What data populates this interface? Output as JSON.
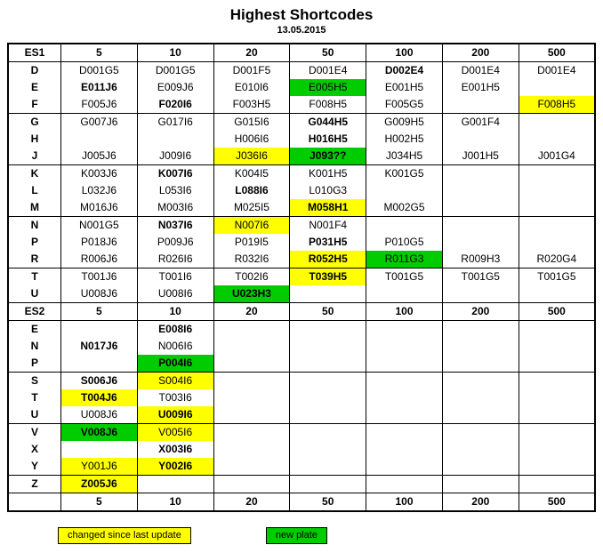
{
  "title": "Highest Shortcodes",
  "date": "13.05.2015",
  "columns": [
    "5",
    "10",
    "20",
    "50",
    "100",
    "200",
    "500"
  ],
  "footer_columns": [
    "",
    "5",
    "10",
    "20",
    "50",
    "100",
    "200",
    "500"
  ],
  "colors": {
    "changed": "#ffff00",
    "new_plate": "#00cc00"
  },
  "legend": {
    "changed": "changed since last update",
    "new_plate": "new plate"
  },
  "sections": [
    {
      "label": "ES1",
      "groups": [
        [
          {
            "label": "D",
            "cells": [
              [
                "D001G5",
                ""
              ],
              [
                "D001G5",
                ""
              ],
              [
                "D001F5",
                ""
              ],
              [
                "D001E4",
                ""
              ],
              [
                "D002E4",
                "b"
              ],
              [
                "D001E4",
                ""
              ],
              [
                "D001E4",
                ""
              ]
            ]
          },
          {
            "label": "E",
            "cells": [
              [
                "E011J6",
                "b"
              ],
              [
                "E009J6",
                ""
              ],
              [
                "E010I6",
                ""
              ],
              [
                "E005H5",
                "g"
              ],
              [
                "E001H5",
                ""
              ],
              [
                "E001H5",
                ""
              ],
              [
                "",
                ""
              ]
            ]
          },
          {
            "label": "F",
            "cells": [
              [
                "F005J6",
                ""
              ],
              [
                "F020I6",
                "b"
              ],
              [
                "F003H5",
                ""
              ],
              [
                "F008H5",
                ""
              ],
              [
                "F005G5",
                ""
              ],
              [
                "",
                ""
              ],
              [
                "F008H5",
                "y"
              ]
            ]
          }
        ],
        [
          {
            "label": "G",
            "cells": [
              [
                "G007J6",
                ""
              ],
              [
                "G017I6",
                ""
              ],
              [
                "G015I6",
                ""
              ],
              [
                "G044H5",
                "b"
              ],
              [
                "G009H5",
                ""
              ],
              [
                "G001F4",
                ""
              ],
              [
                "",
                ""
              ]
            ]
          },
          {
            "label": "H",
            "cells": [
              [
                "",
                ""
              ],
              [
                "",
                ""
              ],
              [
                "H006I6",
                ""
              ],
              [
                "H016H5",
                "b"
              ],
              [
                "H002H5",
                ""
              ],
              [
                "",
                ""
              ],
              [
                "",
                ""
              ]
            ]
          },
          {
            "label": "J",
            "cells": [
              [
                "J005J6",
                ""
              ],
              [
                "J009I6",
                ""
              ],
              [
                "J036I6",
                "y"
              ],
              [
                "J093??",
                "gb"
              ],
              [
                "J034H5",
                ""
              ],
              [
                "J001H5",
                ""
              ],
              [
                "J001G4",
                ""
              ]
            ]
          }
        ],
        [
          {
            "label": "K",
            "cells": [
              [
                "K003J6",
                ""
              ],
              [
                "K007I6",
                "b"
              ],
              [
                "K004I5",
                ""
              ],
              [
                "K001H5",
                ""
              ],
              [
                "K001G5",
                ""
              ],
              [
                "",
                ""
              ],
              [
                "",
                ""
              ]
            ]
          },
          {
            "label": "L",
            "cells": [
              [
                "L032J6",
                ""
              ],
              [
                "L053I6",
                ""
              ],
              [
                "L088I6",
                "b"
              ],
              [
                "L010G3",
                ""
              ],
              [
                "",
                ""
              ],
              [
                "",
                ""
              ],
              [
                "",
                ""
              ]
            ]
          },
          {
            "label": "M",
            "cells": [
              [
                "M016J6",
                ""
              ],
              [
                "M003I6",
                ""
              ],
              [
                "M025I5",
                ""
              ],
              [
                "M058H1",
                "yb"
              ],
              [
                "M002G5",
                ""
              ],
              [
                "",
                ""
              ],
              [
                "",
                ""
              ]
            ]
          }
        ],
        [
          {
            "label": "N",
            "cells": [
              [
                "N001G5",
                ""
              ],
              [
                "N037I6",
                "b"
              ],
              [
                "N007I6",
                "y"
              ],
              [
                "N001F4",
                ""
              ],
              [
                "",
                ""
              ],
              [
                "",
                ""
              ],
              [
                "",
                ""
              ]
            ]
          },
          {
            "label": "P",
            "cells": [
              [
                "P018J6",
                ""
              ],
              [
                "P009J6",
                ""
              ],
              [
                "P019I5",
                ""
              ],
              [
                "P031H5",
                "b"
              ],
              [
                "P010G5",
                ""
              ],
              [
                "",
                ""
              ],
              [
                "",
                ""
              ]
            ]
          },
          {
            "label": "R",
            "cells": [
              [
                "R006J6",
                ""
              ],
              [
                "R026I6",
                ""
              ],
              [
                "R032I6",
                ""
              ],
              [
                "R052H5",
                "yb"
              ],
              [
                "R011G3",
                "g"
              ],
              [
                "R009H3",
                ""
              ],
              [
                "R020G4",
                ""
              ]
            ]
          }
        ],
        [
          {
            "label": "T",
            "cells": [
              [
                "T001J6",
                ""
              ],
              [
                "T001I6",
                ""
              ],
              [
                "T002I6",
                ""
              ],
              [
                "T039H5",
                "yb"
              ],
              [
                "T001G5",
                ""
              ],
              [
                "T001G5",
                ""
              ],
              [
                "T001G5",
                ""
              ]
            ]
          },
          {
            "label": "U",
            "cells": [
              [
                "U008J6",
                ""
              ],
              [
                "U008I6",
                ""
              ],
              [
                "U023H3",
                "gb"
              ],
              [
                "",
                ""
              ],
              [
                "",
                ""
              ],
              [
                "",
                ""
              ],
              [
                "",
                ""
              ]
            ]
          }
        ]
      ]
    },
    {
      "label": "ES2",
      "groups": [
        [
          {
            "label": "E",
            "cells": [
              [
                "",
                ""
              ],
              [
                "E008I6",
                "b"
              ],
              [
                "",
                ""
              ],
              [
                "",
                ""
              ],
              [
                "",
                ""
              ],
              [
                "",
                ""
              ],
              [
                "",
                ""
              ]
            ]
          },
          {
            "label": "N",
            "cells": [
              [
                "N017J6",
                "b"
              ],
              [
                "N006I6",
                ""
              ],
              [
                "",
                ""
              ],
              [
                "",
                ""
              ],
              [
                "",
                ""
              ],
              [
                "",
                ""
              ],
              [
                "",
                ""
              ]
            ]
          },
          {
            "label": "P",
            "cells": [
              [
                "",
                ""
              ],
              [
                "P004I6",
                "gb"
              ],
              [
                "",
                ""
              ],
              [
                "",
                ""
              ],
              [
                "",
                ""
              ],
              [
                "",
                ""
              ],
              [
                "",
                ""
              ]
            ]
          }
        ],
        [
          {
            "label": "S",
            "cells": [
              [
                "S006J6",
                "b"
              ],
              [
                "S004I6",
                "y"
              ],
              [
                "",
                ""
              ],
              [
                "",
                ""
              ],
              [
                "",
                ""
              ],
              [
                "",
                ""
              ],
              [
                "",
                ""
              ]
            ]
          },
          {
            "label": "T",
            "cells": [
              [
                "T004J6",
                "yb"
              ],
              [
                "T003I6",
                ""
              ],
              [
                "",
                ""
              ],
              [
                "",
                ""
              ],
              [
                "",
                ""
              ],
              [
                "",
                ""
              ],
              [
                "",
                ""
              ]
            ]
          },
          {
            "label": "U",
            "cells": [
              [
                "U008J6",
                ""
              ],
              [
                "U009I6",
                "yb"
              ],
              [
                "",
                ""
              ],
              [
                "",
                ""
              ],
              [
                "",
                ""
              ],
              [
                "",
                ""
              ],
              [
                "",
                ""
              ]
            ]
          }
        ],
        [
          {
            "label": "V",
            "cells": [
              [
                "V008J6",
                "gb"
              ],
              [
                "V005I6",
                "y"
              ],
              [
                "",
                ""
              ],
              [
                "",
                ""
              ],
              [
                "",
                ""
              ],
              [
                "",
                ""
              ],
              [
                "",
                ""
              ]
            ]
          },
          {
            "label": "X",
            "cells": [
              [
                "",
                ""
              ],
              [
                "X003I6",
                "b"
              ],
              [
                "",
                ""
              ],
              [
                "",
                ""
              ],
              [
                "",
                ""
              ],
              [
                "",
                ""
              ],
              [
                "",
                ""
              ]
            ]
          },
          {
            "label": "Y",
            "cells": [
              [
                "Y001J6",
                "y"
              ],
              [
                "Y002I6",
                "yb"
              ],
              [
                "",
                ""
              ],
              [
                "",
                ""
              ],
              [
                "",
                ""
              ],
              [
                "",
                ""
              ],
              [
                "",
                ""
              ]
            ]
          }
        ],
        [
          {
            "label": "Z",
            "cells": [
              [
                "Z005J6",
                "yb"
              ],
              [
                "",
                ""
              ],
              [
                "",
                ""
              ],
              [
                "",
                ""
              ],
              [
                "",
                ""
              ],
              [
                "",
                ""
              ],
              [
                "",
                ""
              ]
            ]
          }
        ]
      ]
    }
  ]
}
